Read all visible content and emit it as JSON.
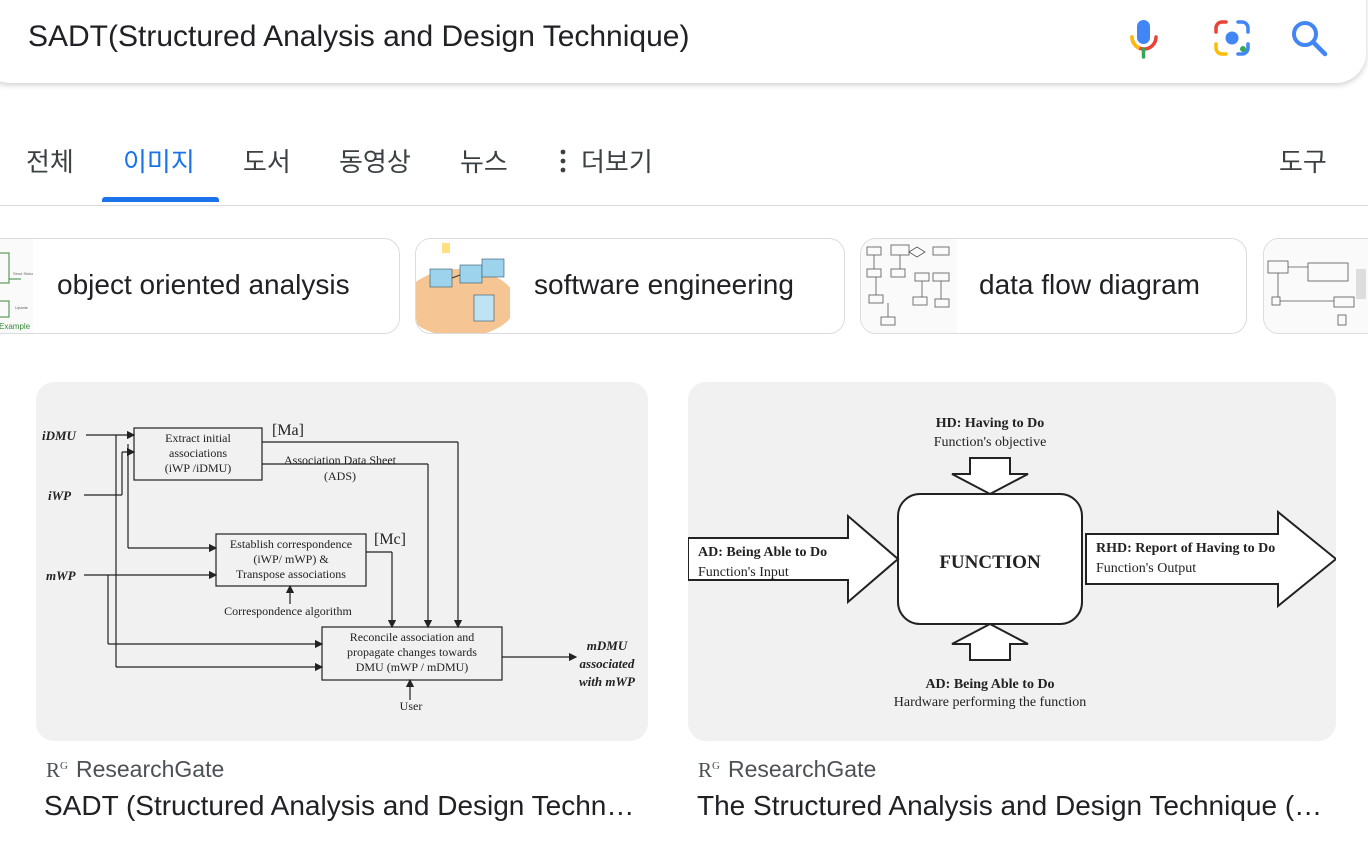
{
  "search": {
    "query": "SADT(Structured Analysis and Design Technique)"
  },
  "tabs": [
    {
      "label": "전체"
    },
    {
      "label": "이미지"
    },
    {
      "label": "도서"
    },
    {
      "label": "동영상"
    },
    {
      "label": "뉴스"
    },
    {
      "label": "더보기"
    }
  ],
  "tools_label": "도구",
  "chips": [
    {
      "label": "object oriented analysis"
    },
    {
      "label": "software engineering"
    },
    {
      "label": "data flow diagram"
    }
  ],
  "chip_thumbs": {
    "example_text": "Example"
  },
  "results": [
    {
      "source": "ResearchGate",
      "source_logo": "R",
      "source_logo_sup": "G",
      "title": "SADT (Structured Analysis and Design Techn…",
      "diagram": {
        "inputs": [
          "iDMU",
          "iWP",
          "mWP"
        ],
        "box1": [
          "Extract initial",
          "associations",
          "(iWP /iDMU)"
        ],
        "box2": [
          "Establish correspondence",
          "(iWP/ mWP) &",
          "Transpose associations"
        ],
        "box3": [
          "Reconcile association and",
          "propagate changes towards",
          "DMU (mWP / mDMU)"
        ],
        "ma": "[Ma]",
        "mc": "[Mc]",
        "ads": [
          "Association Data Sheet",
          "(ADS)"
        ],
        "corr": "Correspondence algorithm",
        "user": "User",
        "output": [
          "mDMU",
          "associated",
          "with mWP"
        ]
      }
    },
    {
      "source": "ResearchGate",
      "source_logo": "R",
      "source_logo_sup": "G",
      "title": "The Structured Analysis and Design Technique (…",
      "diagram": {
        "top": [
          "HD: Having to Do",
          "Function's objective"
        ],
        "center": "FUNCTION",
        "left": [
          "AD: Being Able to Do",
          "Function's Input"
        ],
        "right": [
          "RHD: Report of Having to Do",
          "Function's Output"
        ],
        "bottom": [
          "AD: Being Able to Do",
          "Hardware performing the function"
        ]
      }
    }
  ],
  "colors": {
    "accent": "#1a73e8",
    "text": "#202124",
    "divider": "#dadce0"
  }
}
